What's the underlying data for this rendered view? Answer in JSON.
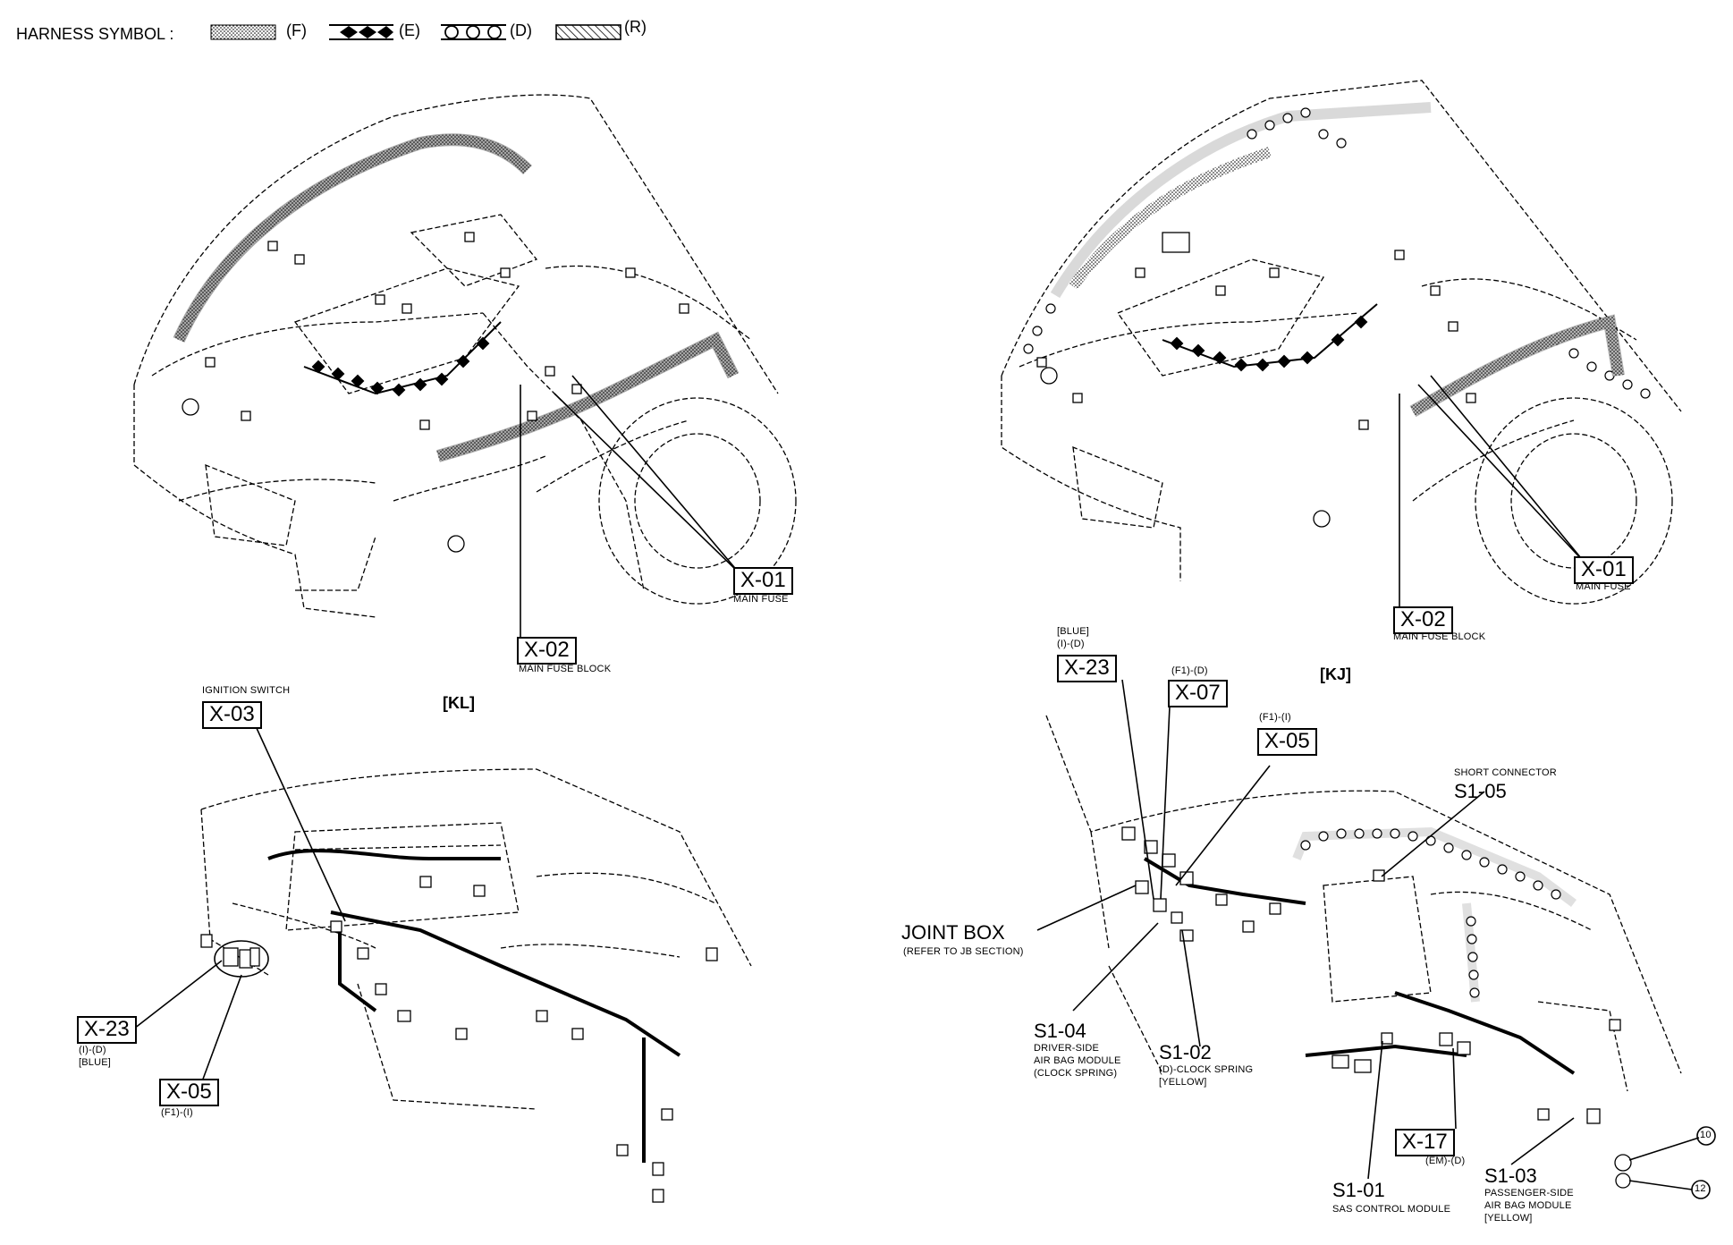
{
  "legend": {
    "title": "HARNESS SYMBOL :",
    "items": [
      {
        "symbol": "dotted",
        "code": "(F)"
      },
      {
        "symbol": "diamonds",
        "code": "(E)"
      },
      {
        "symbol": "circles",
        "code": "(D)"
      },
      {
        "symbol": "hatched",
        "code": "(R)"
      }
    ]
  },
  "views": {
    "kl": "[KL]",
    "kj": "[KJ]"
  },
  "callouts": {
    "kl_engine": {
      "x01": {
        "code": "X-01",
        "desc": "MAIN FUSE"
      },
      "x02": {
        "code": "X-02",
        "desc": "MAIN FUSE BLOCK"
      }
    },
    "kj_engine": {
      "x01": {
        "code": "X-01",
        "desc": "MAIN FUSE"
      },
      "x02": {
        "code": "X-02",
        "desc": "MAIN FUSE BLOCK"
      }
    },
    "kl_dash": {
      "x03": {
        "code": "X-03",
        "title": "IGNITION SWITCH"
      },
      "x23": {
        "code": "X-23",
        "line1": "(I)-(D)",
        "line2": "[BLUE]"
      },
      "x05": {
        "code": "X-05",
        "line1": "(F1)-(I)"
      }
    },
    "kj_dash": {
      "x23": {
        "code": "X-23",
        "line1": "[BLUE]",
        "line2": "(I)-(D)"
      },
      "x07": {
        "code": "X-07",
        "line1": "(F1)-(D)"
      },
      "x05": {
        "code": "X-05",
        "line1": "(F1)-(I)"
      },
      "s105": {
        "title": "SHORT CONNECTOR",
        "code": "S1-05"
      },
      "jb": {
        "title": "JOINT BOX",
        "sub": "(REFER TO JB SECTION)"
      },
      "s104": {
        "code": "S1-04",
        "l1": "DRIVER-SIDE",
        "l2": "AIR BAG MODULE",
        "l3": "(CLOCK SPRING)"
      },
      "s102": {
        "code": "S1-02",
        "l1": "(D)-CLOCK SPRING",
        "l2": "[YELLOW]"
      },
      "s101": {
        "code": "S1-01",
        "l1": "SAS CONTROL MODULE"
      },
      "x17": {
        "code": "X-17",
        "l1": "(EM)-(D)"
      },
      "s103": {
        "code": "S1-03",
        "l1": "PASSENGER-SIDE",
        "l2": "AIR BAG MODULE",
        "l3": "[YELLOW]"
      },
      "n10": "10",
      "n12": "12"
    }
  }
}
